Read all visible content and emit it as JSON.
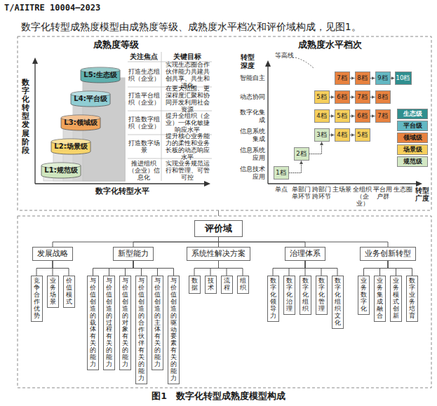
{
  "diagram": {
    "caption": "图1　数字化转型成熟度模型构成",
    "nodes": [
      {
        "text": [
          "L5:生态级"
        ]
      },
      {
        "text": [
          "L4:平台级"
        ]
      },
      {
        "text": [
          "L3:领域级"
        ]
      },
      {
        "text": [
          "L2:场景级"
        ]
      },
      {
        "text": [
          "L1:规范级"
        ]
      },
      {
        "text": [
          "7档"
        ]
      },
      {
        "text": [
          "8档"
        ]
      },
      {
        "text": [
          "9档"
        ]
      },
      {
        "text": [
          "10档"
        ]
      },
      {
        "text": [
          "5档"
        ]
      },
      {
        "text": [
          "6档"
        ]
      },
      {
        "text": [
          "7档"
        ]
      },
      {
        "text": [
          "8档"
        ]
      },
      {
        "text": [
          "4档"
        ]
      },
      {
        "text": [
          "5档"
        ]
      },
      {
        "text": [
          "6档"
        ]
      },
      {
        "text": [
          "7档"
        ]
      },
      {
        "text": [
          "3档"
        ]
      },
      {
        "text": [
          "4档"
        ]
      },
      {
        "text": [
          "5档"
        ]
      },
      {
        "text": [
          "2档"
        ]
      },
      {
        "text": [
          "1档"
        ]
      },
      {
        "text": [
          "评价域"
        ]
      },
      {
        "text": [
          "发展战略"
        ]
      },
      {
        "text": [
          "新型能力"
        ]
      },
      {
        "text": [
          "系统性解决方案"
        ]
      },
      {
        "text": [
          "治理体系"
        ]
      },
      {
        "text": [
          "业务创新转型"
        ]
      },
      {
        "text": [
          "竞争合作优势"
        ]
      },
      {
        "text": [
          "业务场景"
        ]
      },
      {
        "text": [
          "价值模式"
        ]
      },
      {
        "text": [
          "与价值创造的载体有关的能力"
        ]
      },
      {
        "text": [
          "与价值创造的过程有关的能力"
        ]
      },
      {
        "text": [
          "与价值创造的对象有关的能力"
        ]
      },
      {
        "text": [
          "与价值创造的合作伙伴有关的能力"
        ]
      },
      {
        "text": [
          "与价值创造的主体有关的能力"
        ]
      },
      {
        "text": [
          "与价值创造的驱动要素有关的能力"
        ]
      },
      {
        "text": [
          "数据"
        ]
      },
      {
        "text": [
          "技术"
        ]
      },
      {
        "text": [
          "流程"
        ]
      },
      {
        "text": [
          "组织"
        ]
      },
      {
        "text": [
          "数字化领导力"
        ]
      },
      {
        "text": [
          "数字化治理"
        ]
      },
      {
        "text": [
          "数字化组织"
        ]
      },
      {
        "text": [
          "数字化管理"
        ]
      },
      {
        "text": [
          "数字化组织文化"
        ]
      },
      {
        "text": [
          "业务数字化"
        ]
      },
      {
        "text": [
          "业务集成融合"
        ]
      },
      {
        "text": [
          "业务模式创新"
        ]
      },
      {
        "text": [
          "数字业务培育"
        ]
      }
    ],
    "edges": [
      {
        "from": 21,
        "to": 20,
        "arrow": "to"
      },
      {
        "from": 20,
        "to": 17,
        "arrow": "to"
      },
      {
        "from": 17,
        "to": 18,
        "arrow": "to"
      },
      {
        "from": 18,
        "to": 19,
        "arrow": "to"
      },
      {
        "from": 13,
        "to": 14,
        "arrow": "to"
      },
      {
        "from": 14,
        "to": 15,
        "arrow": "to"
      },
      {
        "from": 15,
        "to": 16,
        "arrow": "to"
      },
      {
        "from": 9,
        "to": 10,
        "arrow": "to"
      },
      {
        "from": 10,
        "to": 11,
        "arrow": "to"
      },
      {
        "from": 11,
        "to": 12,
        "arrow": "to"
      },
      {
        "from": 5,
        "to": 6,
        "arrow": "to"
      },
      {
        "from": 6,
        "to": 7,
        "arrow": "to"
      },
      {
        "from": 7,
        "to": 8,
        "arrow": "to"
      },
      {
        "from": 22,
        "to": 23,
        "arrow": "none"
      },
      {
        "from": 22,
        "to": 24,
        "arrow": "none"
      },
      {
        "from": 22,
        "to": 25,
        "arrow": "none"
      },
      {
        "from": 22,
        "to": 26,
        "arrow": "none"
      },
      {
        "from": 22,
        "to": 27,
        "arrow": "none"
      },
      {
        "from": 23,
        "to": 28,
        "arrow": "none"
      },
      {
        "from": 23,
        "to": 29,
        "arrow": "none"
      },
      {
        "from": 23,
        "to": 30,
        "arrow": "none"
      },
      {
        "from": 24,
        "to": 31,
        "arrow": "none"
      },
      {
        "from": 24,
        "to": 32,
        "arrow": "none"
      },
      {
        "from": 24,
        "to": 33,
        "arrow": "none"
      },
      {
        "from": 24,
        "to": 34,
        "arrow": "none"
      },
      {
        "from": 24,
        "to": 35,
        "arrow": "none"
      },
      {
        "from": 24,
        "to": 36,
        "arrow": "none"
      },
      {
        "from": 25,
        "to": 37,
        "arrow": "none"
      },
      {
        "from": 25,
        "to": 38,
        "arrow": "none"
      },
      {
        "from": 25,
        "to": 39,
        "arrow": "none"
      },
      {
        "from": 25,
        "to": 40,
        "arrow": "none"
      },
      {
        "from": 26,
        "to": 41,
        "arrow": "none"
      },
      {
        "from": 26,
        "to": 42,
        "arrow": "none"
      },
      {
        "from": 26,
        "to": 43,
        "arrow": "none"
      },
      {
        "from": 26,
        "to": 44,
        "arrow": "none"
      },
      {
        "from": 26,
        "to": 45,
        "arrow": "none"
      },
      {
        "from": 27,
        "to": 46,
        "arrow": "none"
      },
      {
        "from": 27,
        "to": 47,
        "arrow": "none"
      },
      {
        "from": 27,
        "to": 48,
        "arrow": "none"
      },
      {
        "from": 27,
        "to": 49,
        "arrow": "none"
      }
    ],
    "labels": [
      "T/AIITRE 10004—2023",
      "数字化转型成熟度模型由成熟度等级、成熟度水平档次和评价域构成，见图1。",
      "成熟度等级",
      "关注焦点",
      "关键目标",
      "数字化转型发展阶段",
      "打造生态组织（企业）",
      "打造平台组织（企业）",
      "打造数字组织（企业）",
      "打造数字场景",
      "推进组织（企业）信息化",
      "实现生态圈合作伙伴能力共建共创共享、共生和进化",
      "在更大范围、更深程度汇聚和协同开发利用社会资源",
      "提升全组织（企业）一体化敏捷响应水平",
      "提升核心业务能力的柔性和业务长板的动态响应水平",
      "实现业务规范运行和管理、可管可控",
      "数字化转型水平",
      "成熟度水平档次",
      "转型深度",
      "等高线",
      "智能自主",
      "动态协同",
      "数字化集成",
      "信息系统集成",
      "信息系统应用",
      "信息技术应用",
      "单点",
      "单部门单环节",
      "跨部门跨环节",
      "主场景",
      "全组织（企业）",
      "平台用户群",
      "生态圈",
      "转型广度"
    ],
    "legend": [
      {
        "text": "生态级",
        "color": "#2f8f8f"
      },
      {
        "text": "平台级",
        "color": "#63b8c3"
      },
      {
        "text": "领域级",
        "color": "#e8823f"
      },
      {
        "text": "场景级",
        "color": "#f6cf5c"
      },
      {
        "text": "规范级",
        "color": "#d3e8c4"
      }
    ]
  }
}
